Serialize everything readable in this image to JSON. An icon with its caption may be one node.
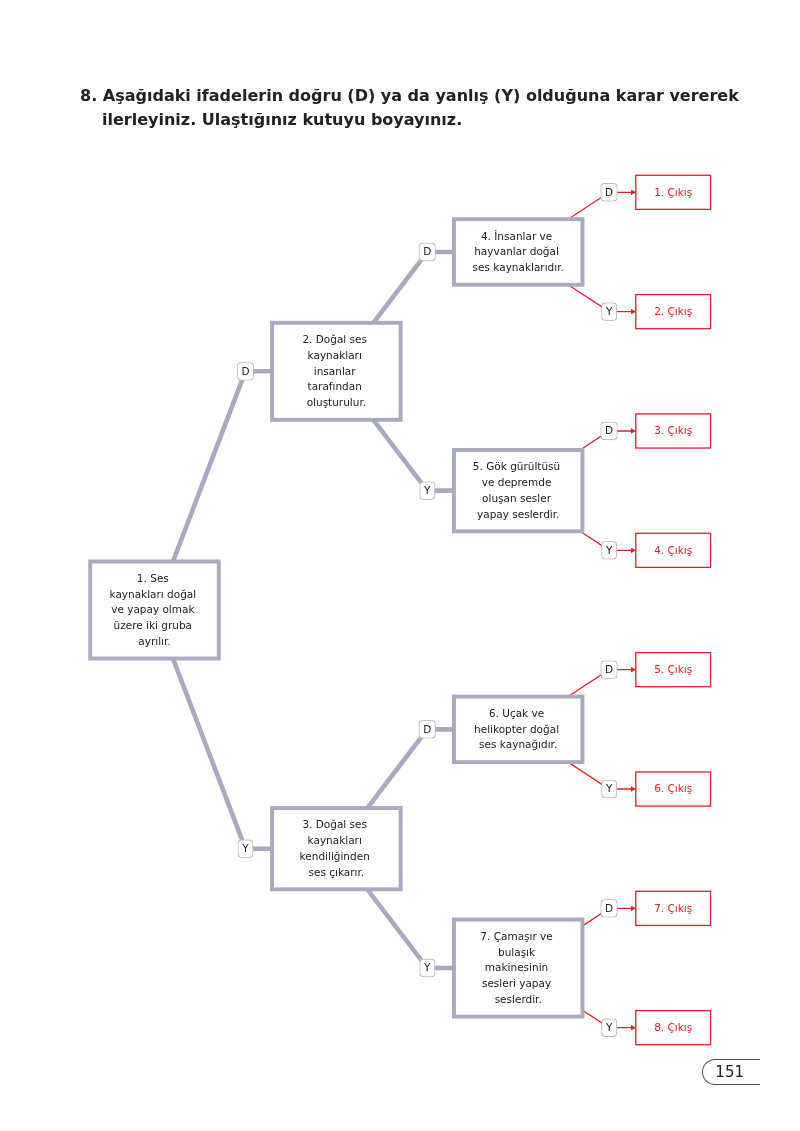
{
  "diagram": {
    "title": "8. Aşağıdaki ifadelerin doğru (D) ya da yanlış (Y) olduğuna karar vererek ilerleyiniz. Ulaştığınız kutuyu boyayınız.",
    "nodes": [
      {
        "text": [
          "1. Ses kaynakları doğal ve yapay olmak üzere iki gruba ayrılır."
        ]
      },
      {
        "text": [
          "2. Doğal ses kaynakları insanlar tarafından oluşturulur."
        ]
      },
      {
        "text": [
          "3. Doğal ses kaynakları kendiliğinden ses çıkarır."
        ]
      },
      {
        "text": [
          "4. İnsanlar ve hayvanlar doğal ses kaynaklarıdır."
        ]
      },
      {
        "text": [
          "5. Gök gürültüsü ve depremde oluşan sesler yapay seslerdir."
        ]
      },
      {
        "text": [
          "6. Uçak ve helikopter doğal ses kaynağıdır."
        ]
      },
      {
        "text": [
          "7. Çamaşır ve bulaşık makinesinin sesleri yapay seslerdir."
        ]
      },
      {
        "text": [
          "1. Çıkış"
        ]
      },
      {
        "text": [
          "2. Çıkış"
        ]
      },
      {
        "text": [
          "3. Çıkış"
        ]
      },
      {
        "text": [
          "4. Çıkış"
        ]
      },
      {
        "text": [
          "5. Çıkış"
        ]
      },
      {
        "text": [
          "6. Çıkış"
        ]
      },
      {
        "text": [
          "7. Çıkış"
        ]
      },
      {
        "text": [
          "8. Çıkış"
        ]
      }
    ],
    "edges": [
      {
        "from": 0,
        "to": 1,
        "arrow": "none",
        "label": "D",
        "style": "thick",
        "color": "#a9a9bf"
      },
      {
        "from": 0,
        "to": 2,
        "arrow": "none",
        "label": "Y",
        "style": "thick",
        "color": "#a9a9bf"
      },
      {
        "from": 1,
        "to": 3,
        "arrow": "none",
        "label": "D",
        "style": "thick",
        "color": "#a9a9bf"
      },
      {
        "from": 1,
        "to": 4,
        "arrow": "none",
        "label": "Y",
        "style": "thick",
        "color": "#a9a9bf"
      },
      {
        "from": 2,
        "to": 5,
        "arrow": "none",
        "label": "D",
        "style": "thick",
        "color": "#a9a9bf"
      },
      {
        "from": 2,
        "to": 6,
        "arrow": "none",
        "label": "Y",
        "style": "thick",
        "color": "#a9a9bf"
      },
      {
        "from": 3,
        "to": 7,
        "arrow": "to",
        "label": "D"
      },
      {
        "from": 3,
        "to": 8,
        "arrow": "to",
        "label": "Y"
      },
      {
        "from": 4,
        "to": 9,
        "arrow": "to",
        "label": "D"
      },
      {
        "from": 4,
        "to": 10,
        "arrow": "to",
        "label": "Y"
      },
      {
        "from": 5,
        "to": 11,
        "arrow": "to",
        "label": "D"
      },
      {
        "from": 5,
        "to": 12,
        "arrow": "to",
        "label": "Y"
      },
      {
        "from": 6,
        "to": 13,
        "arrow": "to",
        "label": "D"
      },
      {
        "from": 6,
        "to": 14,
        "arrow": "to",
        "label": "Y"
      }
    ],
    "labels": [
      "151"
    ]
  }
}
